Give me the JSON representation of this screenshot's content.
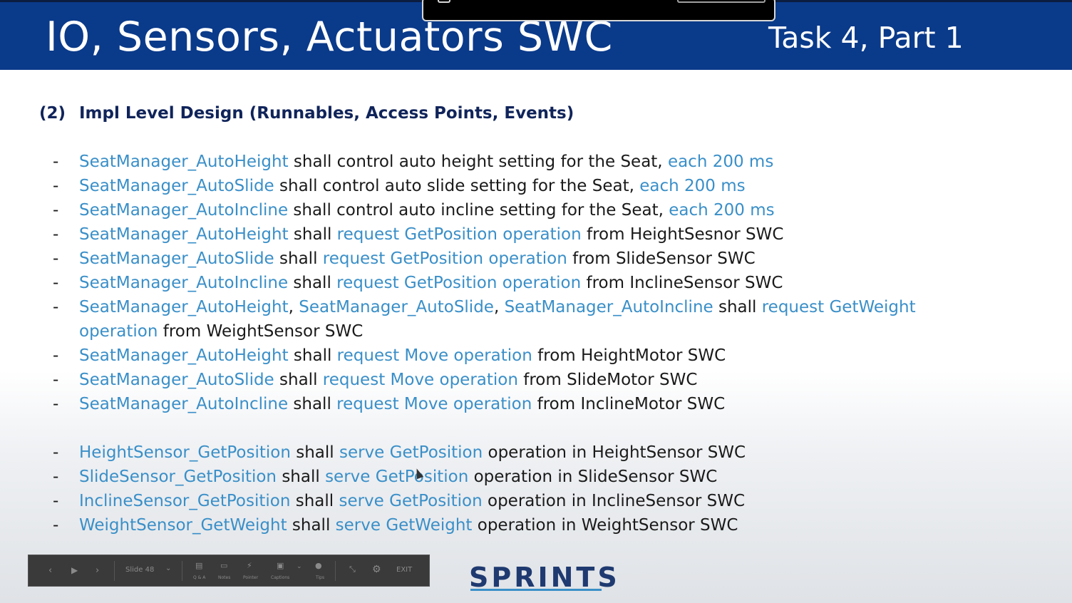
{
  "slide": {
    "title": "IO, Sensors, Actuators SWC",
    "task": "Task 4, Part 1",
    "heading_num": "(2)",
    "heading_text": "Impl Level Design (Runnables, Access Points, Events)",
    "dash": "-",
    "colors": {
      "title_bar": "#0a3a8a",
      "accent_blue": "#3a8fc8",
      "heading": "#10245a"
    },
    "items": [
      {
        "segments": [
          {
            "t": "SeatManager_AutoHeight",
            "blue": true
          },
          {
            "t": " shall control auto height setting for the Seat, ",
            "blue": false
          },
          {
            "t": "each 200 ms",
            "blue": true
          }
        ]
      },
      {
        "segments": [
          {
            "t": "SeatManager_AutoSlide",
            "blue": true
          },
          {
            "t": " shall control auto slide setting for the Seat, ",
            "blue": false
          },
          {
            "t": "each 200 ms",
            "blue": true
          }
        ]
      },
      {
        "segments": [
          {
            "t": "SeatManager_AutoIncline",
            "blue": true
          },
          {
            "t": " shall control auto incline setting for the Seat, ",
            "blue": false
          },
          {
            "t": "each 200 ms",
            "blue": true
          }
        ]
      },
      {
        "segments": [
          {
            "t": "SeatManager_AutoHeight",
            "blue": true
          },
          {
            "t": " shall ",
            "blue": false
          },
          {
            "t": "request GetPosition operation",
            "blue": true
          },
          {
            "t": " from HeightSesnor SWC",
            "blue": false
          }
        ]
      },
      {
        "segments": [
          {
            "t": "SeatManager_AutoSlide",
            "blue": true
          },
          {
            "t": " shall ",
            "blue": false
          },
          {
            "t": "request GetPosition operation",
            "blue": true
          },
          {
            "t": " from SlideSensor SWC",
            "blue": false
          }
        ]
      },
      {
        "segments": [
          {
            "t": "SeatManager_AutoIncline",
            "blue": true
          },
          {
            "t": " shall ",
            "blue": false
          },
          {
            "t": "request GetPosition operation",
            "blue": true
          },
          {
            "t": " from InclineSensor SWC",
            "blue": false
          }
        ]
      },
      {
        "segments": [
          {
            "t": "SeatManager_AutoHeight",
            "blue": true
          },
          {
            "t": ", ",
            "blue": false
          },
          {
            "t": "SeatManager_AutoSlide",
            "blue": true
          },
          {
            "t": ", ",
            "blue": false
          },
          {
            "t": "SeatManager_AutoIncline",
            "blue": true
          },
          {
            "t": " shall ",
            "blue": false
          },
          {
            "t": "request GetWeight",
            "blue": true
          }
        ]
      },
      {
        "continuation": true,
        "segments": [
          {
            "t": "operation",
            "blue": true
          },
          {
            "t": " from WeightSensor SWC",
            "blue": false
          }
        ]
      },
      {
        "segments": [
          {
            "t": "SeatManager_AutoHeight",
            "blue": true
          },
          {
            "t": " shall ",
            "blue": false
          },
          {
            "t": "request Move operation",
            "blue": true
          },
          {
            "t": " from HeightMotor SWC",
            "blue": false
          }
        ]
      },
      {
        "segments": [
          {
            "t": "SeatManager_AutoSlide",
            "blue": true
          },
          {
            "t": " shall ",
            "blue": false
          },
          {
            "t": "request Move operation",
            "blue": true
          },
          {
            "t": " from SlideMotor SWC",
            "blue": false
          }
        ]
      },
      {
        "segments": [
          {
            "t": "SeatManager_AutoIncline",
            "blue": true
          },
          {
            "t": " shall ",
            "blue": false
          },
          {
            "t": "request Move operation",
            "blue": true
          },
          {
            "t": " from InclineMotor SWC",
            "blue": false
          }
        ]
      },
      {
        "segments": [
          {
            "t": "HeightSensor_GetPosition",
            "blue": true
          },
          {
            "t": " shall ",
            "blue": false
          },
          {
            "t": "serve GetPosition",
            "blue": true
          },
          {
            "t": " operation in HeightSensor SWC",
            "blue": false
          }
        ]
      },
      {
        "segments": [
          {
            "t": "SlideSensor_GetPosition",
            "blue": true
          },
          {
            "t": " shall ",
            "blue": false
          },
          {
            "t": "serve GetPosition",
            "blue": true
          },
          {
            "t": " operation in SlideSensor SWC",
            "blue": false
          }
        ]
      },
      {
        "segments": [
          {
            "t": "InclineSensor_GetPosition",
            "blue": true
          },
          {
            "t": " shall ",
            "blue": false
          },
          {
            "t": "serve GetPosition",
            "blue": true
          },
          {
            "t": " operation in InclineSensor SWC",
            "blue": false
          }
        ]
      },
      {
        "segments": [
          {
            "t": "WeightSensor_GetWeight",
            "blue": true
          },
          {
            "t": " shall ",
            "blue": false
          },
          {
            "t": "serve GetWeight",
            "blue": true
          },
          {
            "t": " operation in WeightSensor SWC",
            "blue": false
          }
        ]
      }
    ],
    "logo": "SPRINTS"
  },
  "player": {
    "prev_icon": "chevron-left-icon",
    "play_icon": "play-icon",
    "next_icon": "chevron-right-icon",
    "slide_label": "Slide 48",
    "dropdown_icon": "chevron-down-icon",
    "qa_label": "Q & A",
    "notes_label": "Notes",
    "pointer_label": "Pointer",
    "captions_label": "Captions",
    "tips_label": "Tips",
    "exit_label": "EXIT"
  }
}
